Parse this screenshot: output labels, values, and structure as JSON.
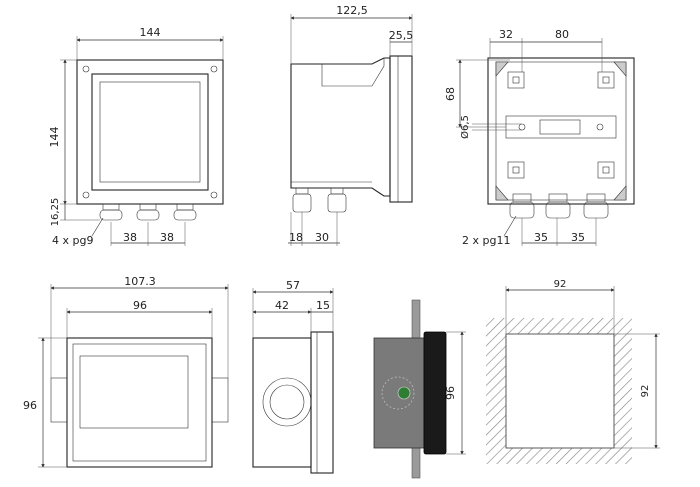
{
  "dimensions": {
    "front_width": "144",
    "front_height": "144",
    "offset_height": "16,25",
    "gland_spacing_1": "38",
    "gland_spacing_2": "38",
    "gland_note": "4 x pg9",
    "side_depth": "122,5",
    "side_front": "25,5",
    "side_spacing_1": "18",
    "side_spacing_2": "30",
    "back_dim_1": "32",
    "back_dim_2": "80",
    "back_height": "68",
    "back_hole": "Ø6,5",
    "back_gland_note": "2 x pg11",
    "back_spacing_1": "35",
    "back_spacing_2": "35",
    "panel_width_outer": "107.3",
    "panel_width_inner": "96",
    "panel_height": "96",
    "panel_side_depth": "57",
    "panel_side_body": "42",
    "panel_side_front": "15",
    "panel_mount_height": "96",
    "cutout_width": "92",
    "cutout_height": "92"
  },
  "colors": {
    "line": "#222222",
    "body_fill": "#f4f4f4",
    "dark_body": "#7a7a7a",
    "bezel": "#1a1a1a",
    "hatch": "#888888"
  }
}
